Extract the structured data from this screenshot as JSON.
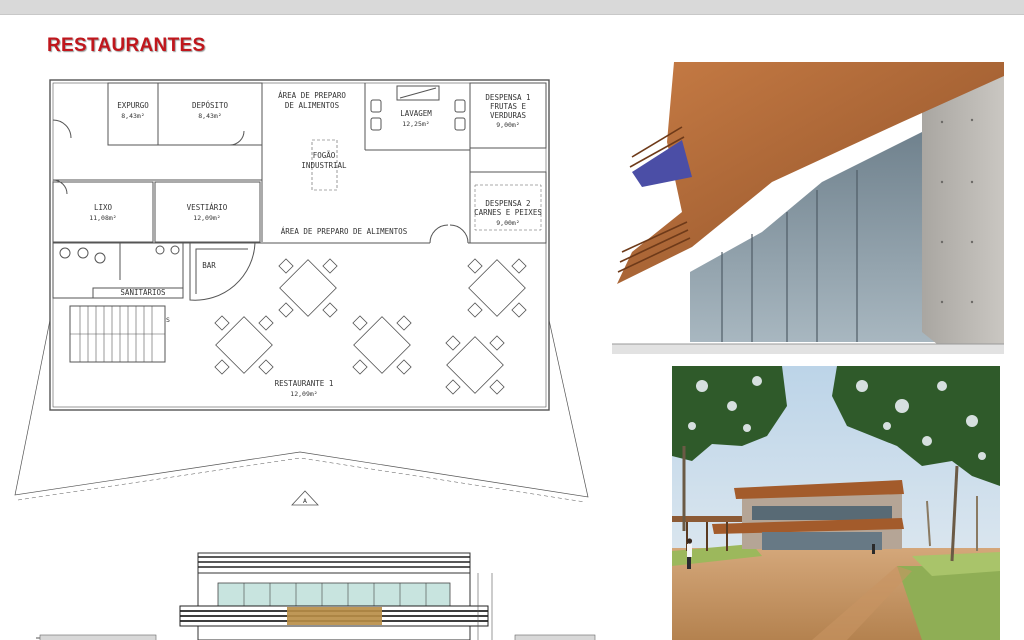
{
  "header": {
    "title": "RESTAURANTES"
  },
  "plan": {
    "rooms": {
      "expurgo": {
        "name": "EXPURGO",
        "area": "8,43m²"
      },
      "deposito": {
        "name": "DEPÓSITO",
        "area": "8,43m²"
      },
      "preparo_top": {
        "line1": "ÁREA DE PREPARO",
        "line2": "DE ALIMENTOS"
      },
      "lavagem": {
        "name": "LAVAGEM",
        "area": "12,25m²"
      },
      "despensa1": {
        "line1": "DESPENSA 1",
        "line2": "FRUTAS E",
        "line3": "VERDURAS",
        "area": "9,00m²"
      },
      "fogao": {
        "line1": "FOGÃO",
        "line2": "INDUSTRIAL"
      },
      "lixo": {
        "name": "LIXO",
        "area": "11,08m²"
      },
      "vestiario": {
        "name": "VESTIÁRIO",
        "area": "12,09m²"
      },
      "preparo_bottom": {
        "name": "ÁREA DE PREPARO DE ALIMENTOS"
      },
      "despensa2": {
        "line1": "DESPENSA 2",
        "line2": "CARNES E PEIXES",
        "area": "9,00m²"
      },
      "bar": {
        "name": "BAR"
      },
      "sanitarios": {
        "name": "SANITÁRIOS"
      },
      "restaurante": {
        "name": "RESTAURANTE 1",
        "area": "12,09m²"
      }
    },
    "section_marker": "A",
    "stair_mark": "S"
  },
  "images": {
    "render_closeup": {
      "description": "exterior-render-closeup"
    },
    "render_landscape": {
      "description": "exterior-render-landscape"
    }
  },
  "colors": {
    "title": "#c0161c",
    "wood": "#b0683a",
    "glass": "#8fa7b6",
    "concrete": "#b9b6b1"
  }
}
